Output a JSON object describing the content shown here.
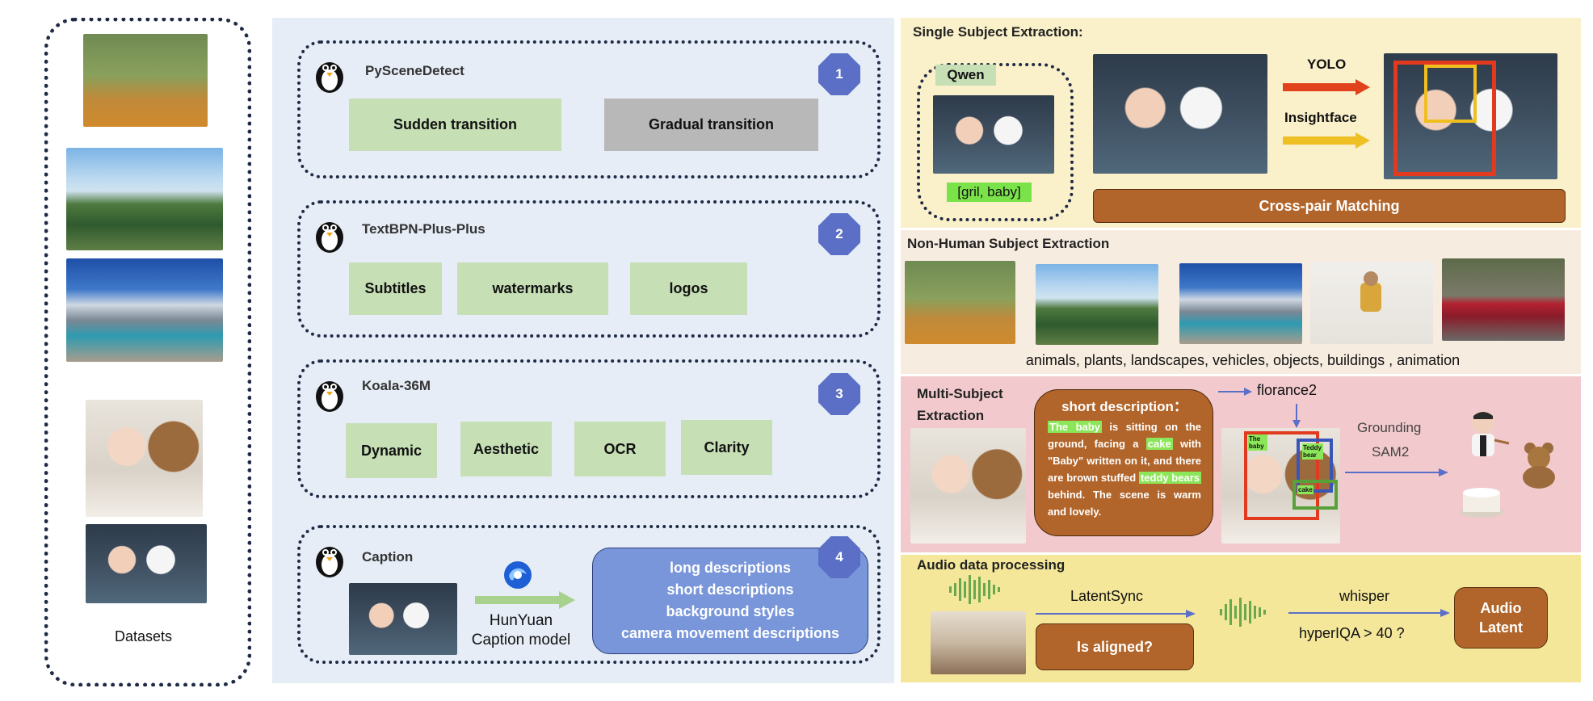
{
  "datasets": {
    "label": "Datasets"
  },
  "pipeline": {
    "stages": [
      {
        "number": "1",
        "title": "PySceneDetect",
        "items": [
          "Sudden transition",
          "Gradual transition"
        ]
      },
      {
        "number": "2",
        "title": "TextBPN-Plus-Plus",
        "items": [
          "Subtitles",
          "watermarks",
          "logos"
        ]
      },
      {
        "number": "3",
        "title": "Koala-36M",
        "items": [
          "Dynamic",
          "Aesthetic",
          "OCR",
          "Clarity"
        ]
      },
      {
        "number": "4",
        "title": "Caption",
        "model": "HunYuan Caption model",
        "outputs": [
          "long descriptions",
          "short descriptions",
          "background styles",
          "camera movement descriptions"
        ]
      }
    ]
  },
  "single_subject": {
    "title": "Single Subject Extraction:",
    "qwen_label": "Qwen",
    "tags": "[gril, baby]",
    "yolo_label": "YOLO",
    "insightface_label": "Insightface",
    "matching_button": "Cross-pair Matching"
  },
  "non_human": {
    "title": "Non-Human Subject Extraction",
    "caption": "animals, plants, landscapes, vehicles, objects, buildings , animation"
  },
  "multi_subject": {
    "title_line1": "Multi-Subject",
    "title_line2": "Extraction",
    "desc_title": "short description：",
    "desc_hl1": "The baby",
    "desc_t1": " is sitting on the ground, facing a ",
    "desc_hl2": "cake",
    "desc_t2": " with \"Baby\" written on it, and there are brown stuffed ",
    "desc_hl3": "teddy bears",
    "desc_t3": " behind. The scene is warm and lovely.",
    "florance_label": "florance2",
    "grounding_label": "Grounding",
    "sam_label": "SAM2",
    "box_baby": "The baby",
    "box_bear": "Teddy bear",
    "box_cake": "cake"
  },
  "audio": {
    "title": "Audio data processing",
    "latentsync_label": "LatentSync",
    "aligned_button": "Is aligned?",
    "whisper_label": "whisper",
    "hyperiqa_label": "hyperIQA > 40 ?",
    "latent_button": "Audio Latent"
  },
  "colors": {
    "panel_blue": "#e6edf7",
    "single_bg": "#faf0c9",
    "nonhuman_bg": "#f7ece0",
    "multi_bg": "#f2c9cc",
    "audio_bg": "#f4e79a",
    "brown": "#b2652a",
    "green_box": "#c6dfb5",
    "octagon": "#5b6fc6"
  }
}
